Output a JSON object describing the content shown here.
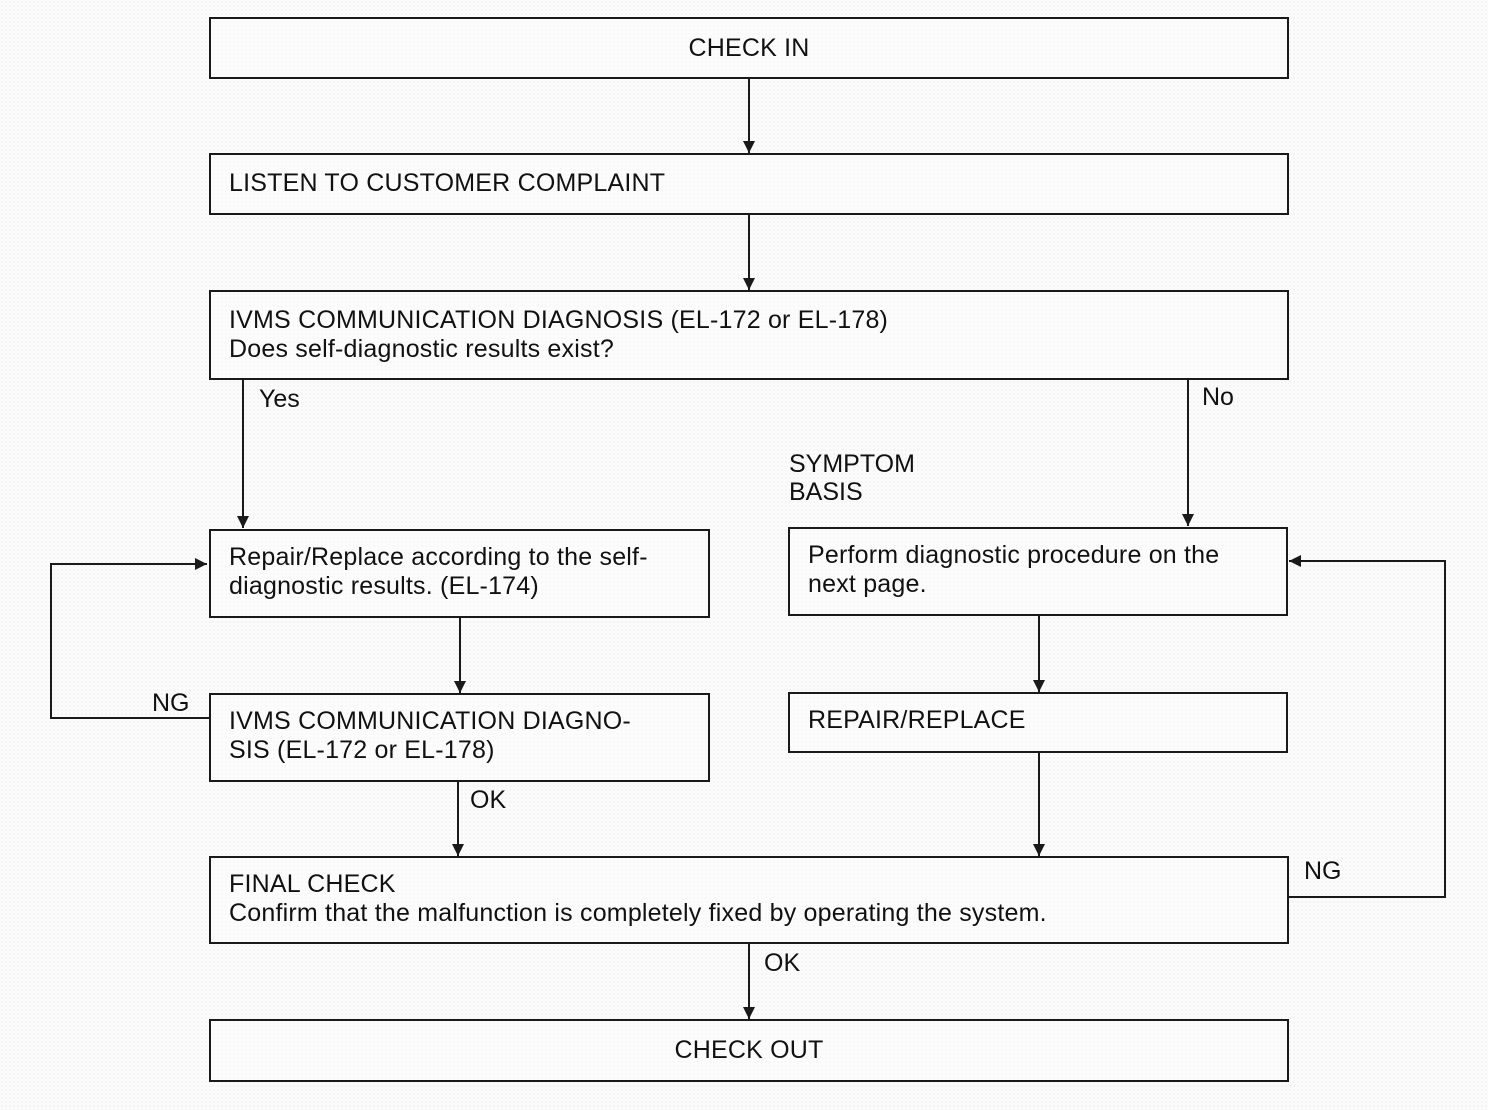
{
  "nodes": {
    "check_in": "CHECK IN",
    "listen": "LISTEN TO CUSTOMER COMPLAINT",
    "ivms_diag_1": {
      "line1": "IVMS COMMUNICATION DIAGNOSIS (EL-172 or EL-178)",
      "line2": "Does self-diagnostic results exist?"
    },
    "repair_self": {
      "line1": "Repair/Replace according to the self-",
      "line2": "diagnostic results. (EL-174)"
    },
    "perform_diag": {
      "line1": "Perform diagnostic procedure on the",
      "line2": "next page."
    },
    "ivms_diag_2": {
      "line1": "IVMS COMMUNICATION DIAGNO-",
      "line2": "SIS (EL-172 or EL-178)"
    },
    "repair_replace": "REPAIR/REPLACE",
    "final_check": {
      "line1": "FINAL CHECK",
      "line2": "Confirm that the malfunction is completely fixed by operating the system."
    },
    "check_out": "CHECK OUT"
  },
  "labels": {
    "yes": "Yes",
    "no": "No",
    "symptom_basis_1": "SYMPTOM",
    "symptom_basis_2": "BASIS",
    "ng_left": "NG",
    "ok_middle": "OK",
    "ng_right": "NG",
    "ok_bottom": "OK"
  },
  "colors": {
    "line": "#1a1a1a"
  }
}
